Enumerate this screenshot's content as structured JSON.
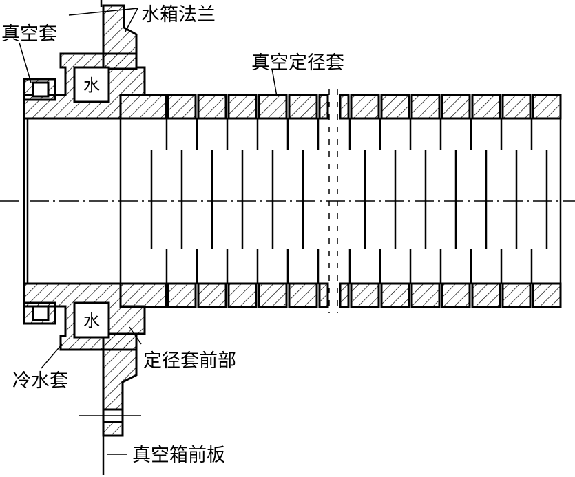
{
  "labels": {
    "water_tank_flange": "水箱法兰",
    "vacuum_sleeve": "真空套",
    "vacuum_sizing_sleeve": "真空定径套",
    "sizing_sleeve_front": "定径套前部",
    "cooling_water_jacket": "冷水套",
    "vacuum_tank_front_plate": "真空箱前板",
    "water_upper": "水",
    "water_lower": "水"
  },
  "colors": {
    "line": "#000000",
    "background": "#ffffff"
  }
}
